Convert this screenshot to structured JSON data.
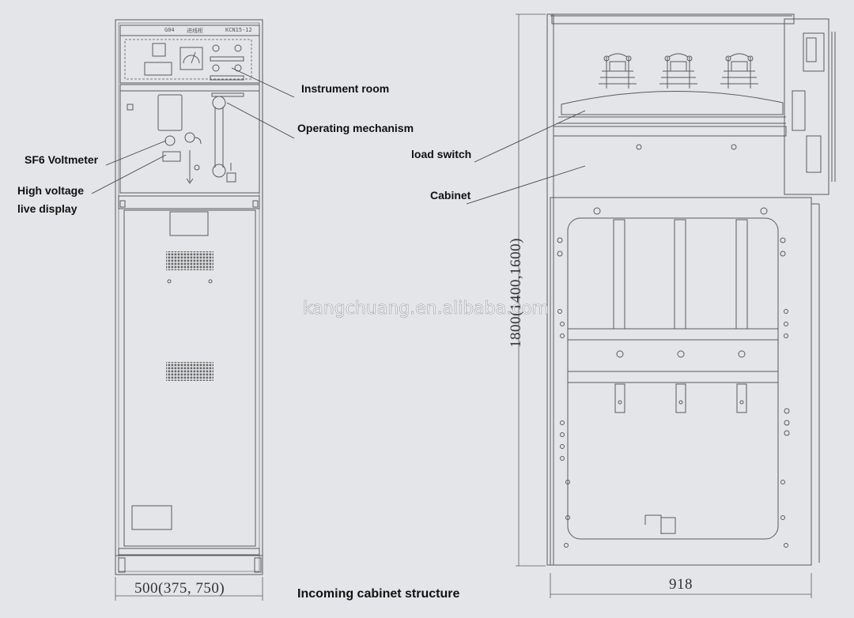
{
  "labels": {
    "instrument_room": "Instrument room",
    "operating_mechanism": "Operating mechanism",
    "sf6_voltmeter": "SF6 Voltmeter",
    "high_voltage_line1": "High voltage",
    "high_voltage_line2": "live display",
    "load_switch": "load switch",
    "cabinet": "Cabinet"
  },
  "panel_header": {
    "left": "G04",
    "middle": "进线柜",
    "right": "KCN15-12"
  },
  "dimensions": {
    "width_front": "500(375, 750)",
    "width_side": "918",
    "height": "1800(1400,1600)"
  },
  "watermark": "kangchuang.en.alibaba.com",
  "caption": "Incoming cabinet structure",
  "colors": {
    "background": "#e3e5e8",
    "line": "#5a5a5a",
    "text": "#111111"
  }
}
